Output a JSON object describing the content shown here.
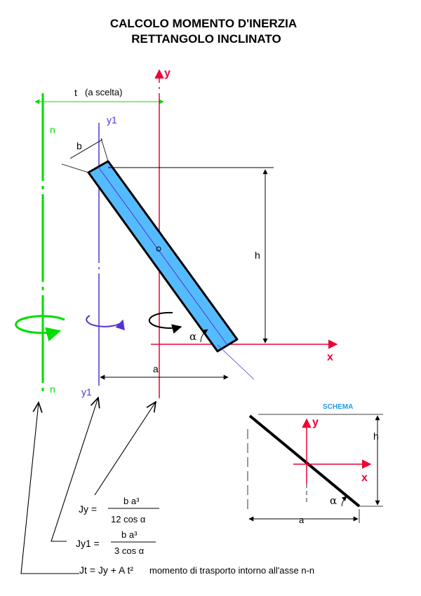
{
  "title": {
    "line1": "CALCOLO MOMENTO D'INERZIA",
    "line2": "RETTANGOLO INCLINATO"
  },
  "labels": {
    "t": "t",
    "t_note": "(a scelta)",
    "y": "y",
    "y1_top": "y1",
    "y1_bottom": "y1",
    "n_top": "n",
    "n_bottom": "n",
    "b": "b",
    "h": "h",
    "a": "a",
    "x": "x",
    "alpha": "α"
  },
  "schema": {
    "title": "SCHEMA",
    "y": "y",
    "x": "x",
    "h": "h",
    "a": "a",
    "alpha": "α"
  },
  "formulas": {
    "jy_lhs": "Jy  =",
    "jy_num": "b a³",
    "jy_den": "12  cos α",
    "jy1_lhs": "Jy1 =",
    "jy1_num": "b a³",
    "jy1_den": "3 cos α",
    "jt": "Jt = Jy + A t²",
    "jt_note": "momento di trasporto intorno all'asse n-n"
  },
  "colors": {
    "green_axis": "#00dd00",
    "blue_axis": "#5533cc",
    "red_axis": "#ee0033",
    "schema_title": "#2299ee",
    "bar_fill": "#55bbff"
  },
  "icons": {
    "rotation_n": "rotation-arrow-icon",
    "rotation_y1": "rotation-arrow-icon",
    "rotation_y": "rotation-arrow-icon"
  }
}
